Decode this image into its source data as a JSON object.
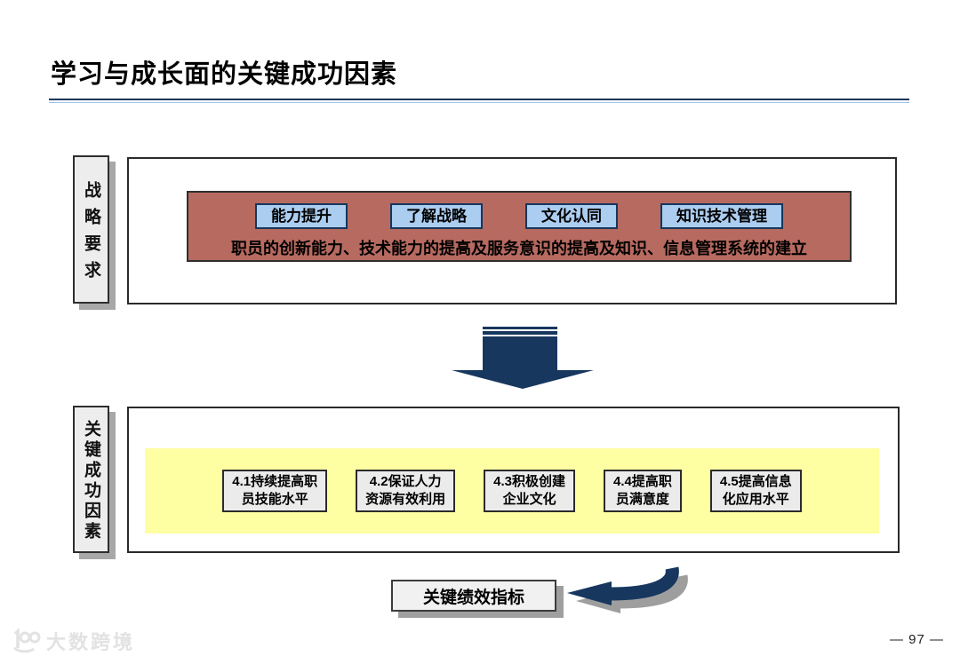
{
  "page": {
    "title": "学习与成长面的关键成功因素",
    "page_number": "— 97 —",
    "watermark_text": "大数跨境"
  },
  "colors": {
    "navy_accent": "#17375e",
    "brick_red_box": "#b76a60",
    "tag_blue": "#abcdf0",
    "highlight_yellow": "#feffa3",
    "gray_box": "#ebebeb"
  },
  "strategy_section": {
    "side_label": "战略要求",
    "tags": [
      "能力提升",
      "了解战略",
      "文化认同",
      "知识技术管理"
    ],
    "description": "职员的创新能力、技术能力的提高及服务意识的提高及知识、信息管理系统的建立"
  },
  "csf_section": {
    "side_label": "关键成功因素",
    "factors": [
      {
        "line1": "4.1持续提高职",
        "line2": "员技能水平"
      },
      {
        "line1": "4.2保证人力",
        "line2": "资源有效利用"
      },
      {
        "line1": "4.3积极创建",
        "line2": "企业文化"
      },
      {
        "line1": "4.4提高职",
        "line2": "员满意度"
      },
      {
        "line1": "4.5提高信息",
        "line2": "化应用水平"
      }
    ]
  },
  "kpi": {
    "label": "关键绩效指标"
  }
}
